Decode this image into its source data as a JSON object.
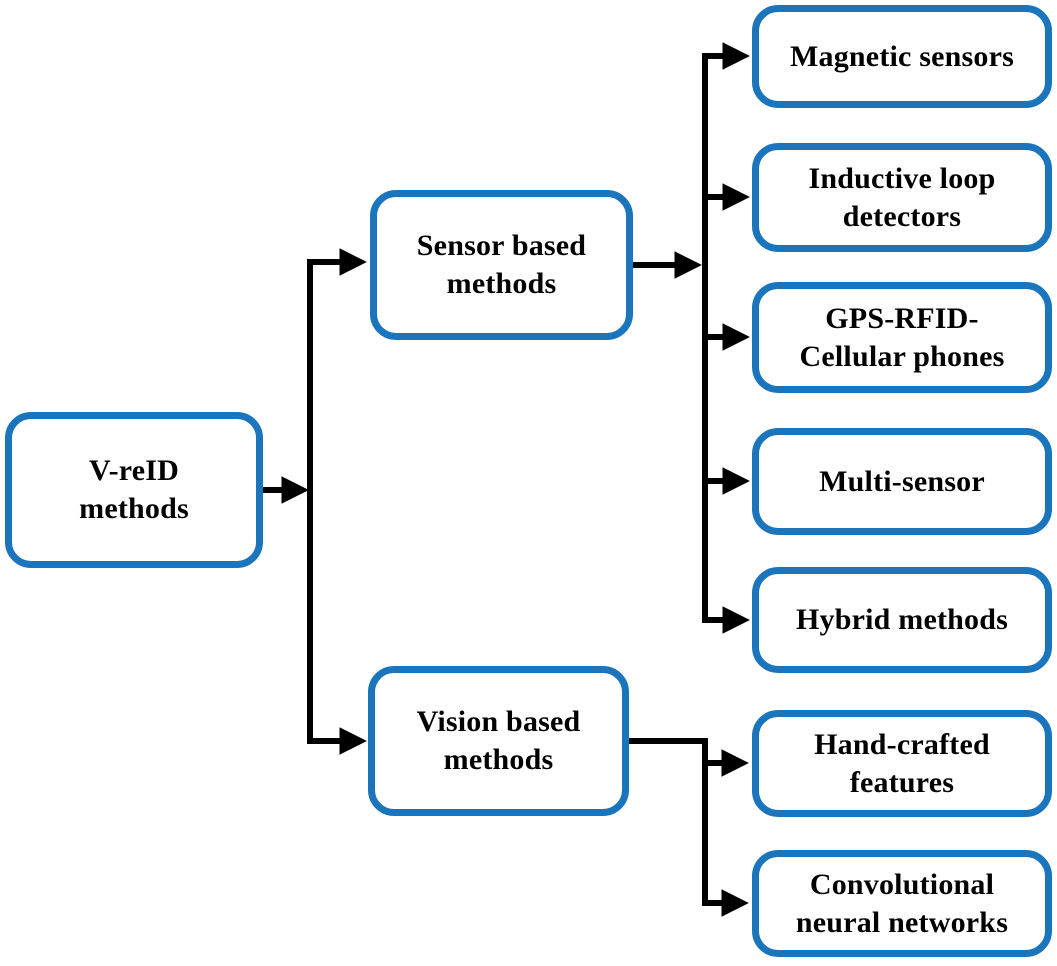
{
  "figure": {
    "type": "flowchart",
    "orientation": "left-to-right"
  },
  "colors": {
    "box_border": "#1b75bc",
    "connector": "#000000",
    "text": "#000000",
    "background": "#ffffff"
  },
  "nodes": {
    "root": {
      "lines": [
        "V-reID",
        "methods"
      ]
    },
    "sensor": {
      "lines": [
        "Sensor based",
        "methods"
      ]
    },
    "vision": {
      "lines": [
        "Vision based",
        "methods"
      ]
    },
    "magnetic": {
      "lines": [
        "Magnetic sensors"
      ]
    },
    "inductive": {
      "lines": [
        "Inductive loop",
        "detectors"
      ]
    },
    "gps": {
      "lines": [
        "GPS-RFID-",
        "Cellular phones"
      ]
    },
    "multi": {
      "lines": [
        "Multi-sensor"
      ]
    },
    "hybrid": {
      "lines": [
        "Hybrid methods"
      ]
    },
    "hand_crafted": {
      "lines": [
        "Hand-crafted",
        "features"
      ]
    },
    "cnn": {
      "lines": [
        "Convolutional",
        "neural networks"
      ]
    }
  },
  "edges": [
    {
      "from": "root",
      "to": "sensor"
    },
    {
      "from": "root",
      "to": "vision"
    },
    {
      "from": "sensor",
      "to": "magnetic"
    },
    {
      "from": "sensor",
      "to": "inductive"
    },
    {
      "from": "sensor",
      "to": "gps"
    },
    {
      "from": "sensor",
      "to": "multi"
    },
    {
      "from": "sensor",
      "to": "hybrid"
    },
    {
      "from": "vision",
      "to": "hand_crafted"
    },
    {
      "from": "vision",
      "to": "cnn"
    }
  ]
}
